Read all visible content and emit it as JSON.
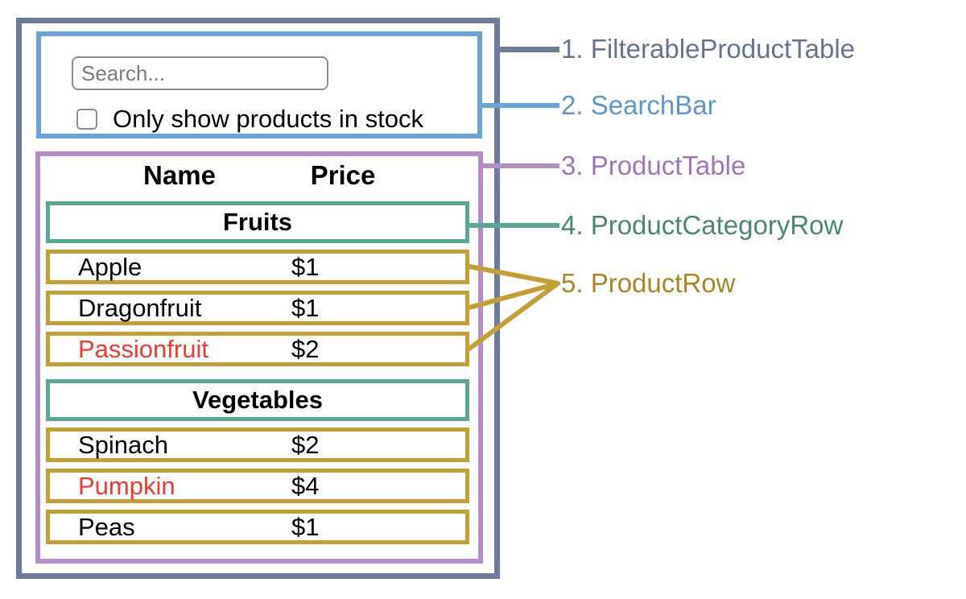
{
  "search_bar": {
    "placeholder": "Search...",
    "checkbox_label": "Only show products in stock",
    "checkbox_checked": false
  },
  "product_table": {
    "name_header": "Name",
    "price_header": "Price",
    "sections": [
      {
        "category": "Fruits",
        "rows": [
          {
            "name": "Apple",
            "price": "$1",
            "name_red": false
          },
          {
            "name": "Dragonfruit",
            "price": "$1",
            "name_red": false
          },
          {
            "name": "Passionfruit",
            "price": "$2",
            "name_red": true
          }
        ]
      },
      {
        "category": "Vegetables",
        "rows": [
          {
            "name": "Spinach",
            "price": "$2",
            "name_red": false
          },
          {
            "name": "Pumpkin",
            "price": "$4",
            "name_red": true
          },
          {
            "name": "Peas",
            "price": "$1",
            "name_red": false
          }
        ]
      }
    ]
  },
  "legend": {
    "items": [
      {
        "label": "1. FilterableProductTable",
        "color": "#66738f"
      },
      {
        "label": "2. SearchBar",
        "color": "#5d95cc"
      },
      {
        "label": "3. ProductTable",
        "color": "#9c77b3"
      },
      {
        "label": "4. ProductCategoryRow",
        "color": "#4b8770"
      },
      {
        "label": "5. ProductRow",
        "color": "#a8862a"
      }
    ]
  },
  "colors": {
    "filterable_product_table_border": "#6e7b99",
    "search_bar_border": "#6ba2d8",
    "product_table_border": "#b38fc6",
    "category_row_border": "#5ca794",
    "product_row_border": "#c2a033",
    "out_of_stock_text": "#f0392f",
    "input_border": "#8d8d8d"
  }
}
